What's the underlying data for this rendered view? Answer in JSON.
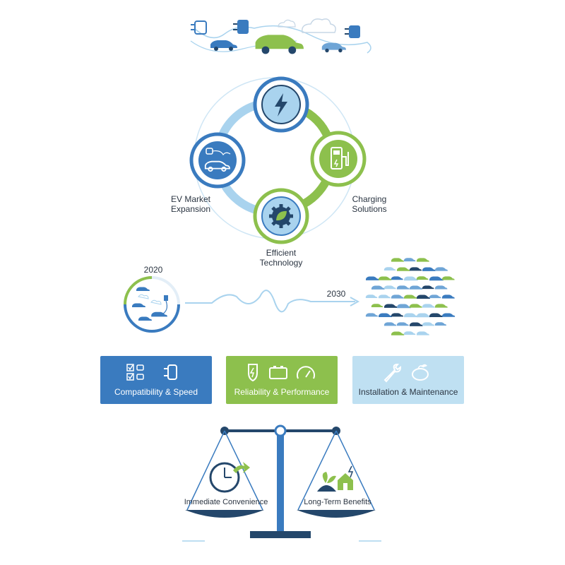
{
  "cycle": {
    "labels": {
      "market": "EV Market\nExpansion",
      "charging": "Charging\nSolutions",
      "technology": "Efficient\nTechnology"
    },
    "nodes": [
      {
        "name": "lightning-bolt-icon"
      },
      {
        "name": "charging-station-icon"
      },
      {
        "name": "gear-leaf-icon"
      },
      {
        "name": "plug-car-icon"
      }
    ]
  },
  "timeline": {
    "start_year": "2020",
    "end_year": "2030"
  },
  "features": [
    {
      "title": "Compatibility & Speed",
      "color": "#3a7bbf",
      "text_color": "#ffffff"
    },
    {
      "title": "Reliability & Performance",
      "color": "#8dc04d",
      "text_color": "#ffffff"
    },
    {
      "title": "Installation & Maintenance",
      "color": "#bfe0f2",
      "text_color": "#2b3542"
    }
  ],
  "balance": {
    "left": "Immediate Convenience",
    "right": "Long-Term Benefits"
  },
  "colors": {
    "blue": "#3a7bbf",
    "dark_blue": "#24476b",
    "green": "#8dc04d",
    "light_blue": "#a9d3ee"
  }
}
